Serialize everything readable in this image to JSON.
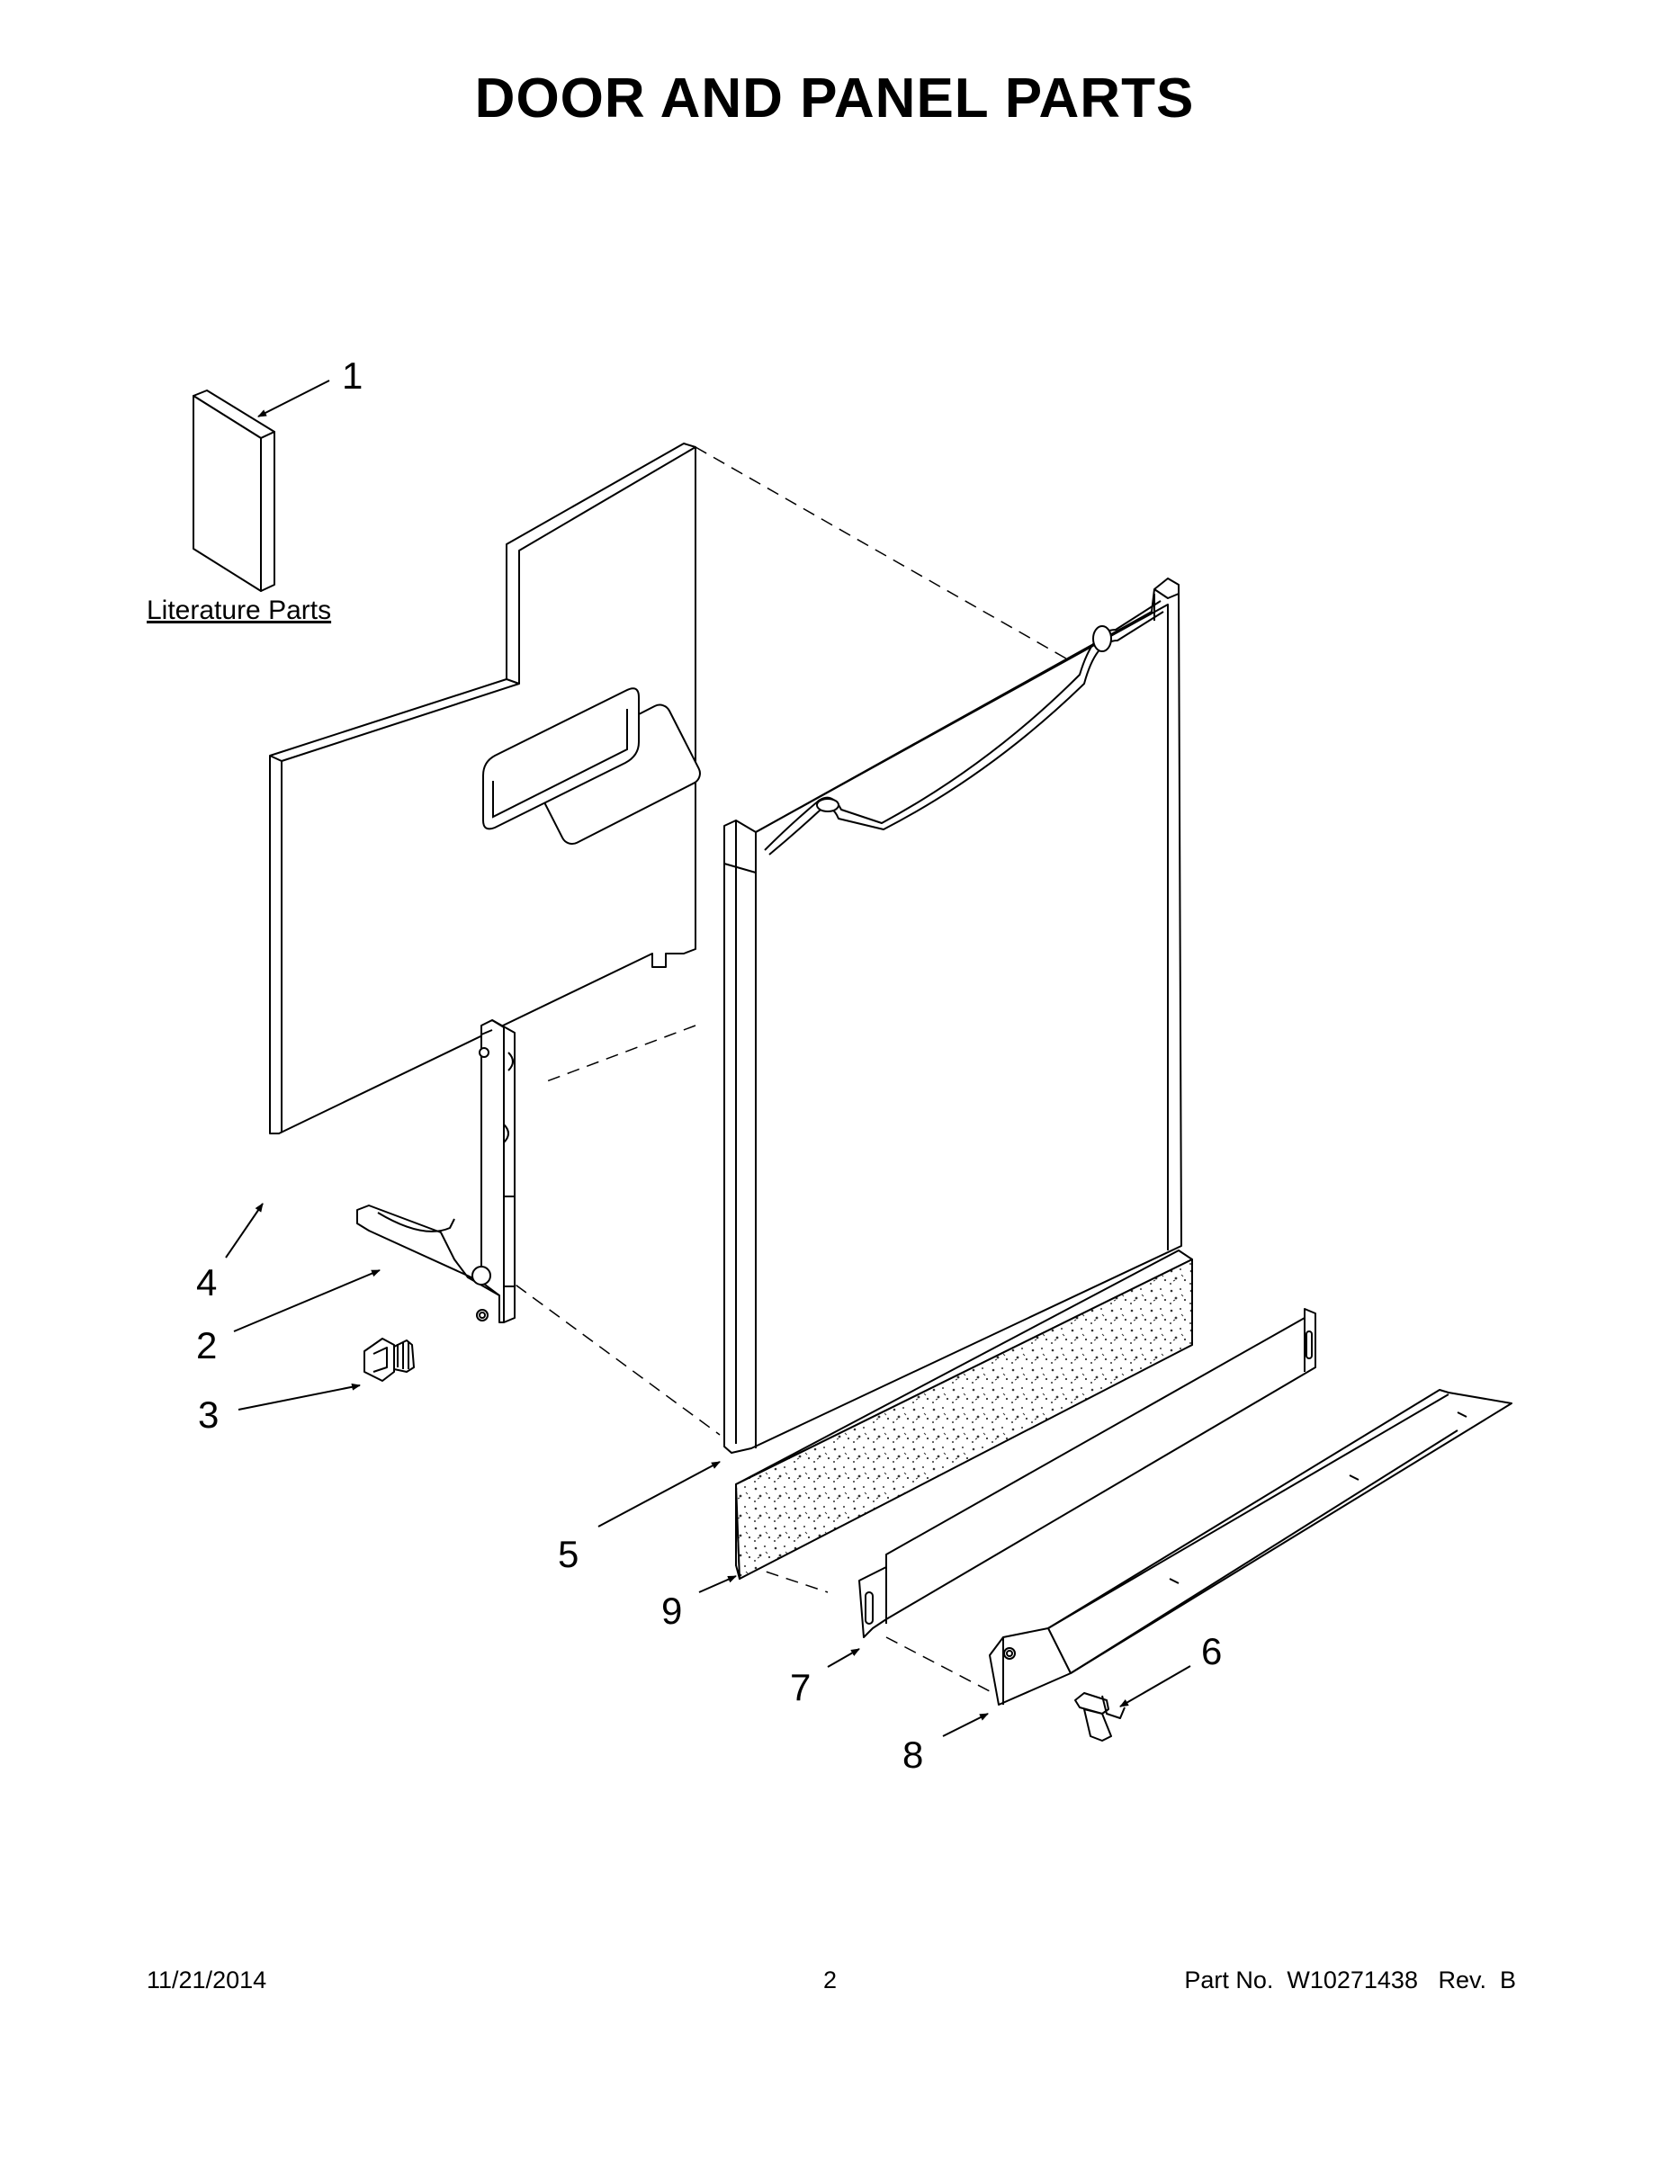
{
  "title": "DOOR AND PANEL PARTS",
  "literature_label": "Literature Parts",
  "callouts": [
    "1",
    "2",
    "3",
    "4",
    "5",
    "6",
    "7",
    "8",
    "9"
  ],
  "footer": {
    "date": "11/21/2014",
    "page": "2",
    "part_number": "Part No.  W10271438   Rev.  B"
  }
}
